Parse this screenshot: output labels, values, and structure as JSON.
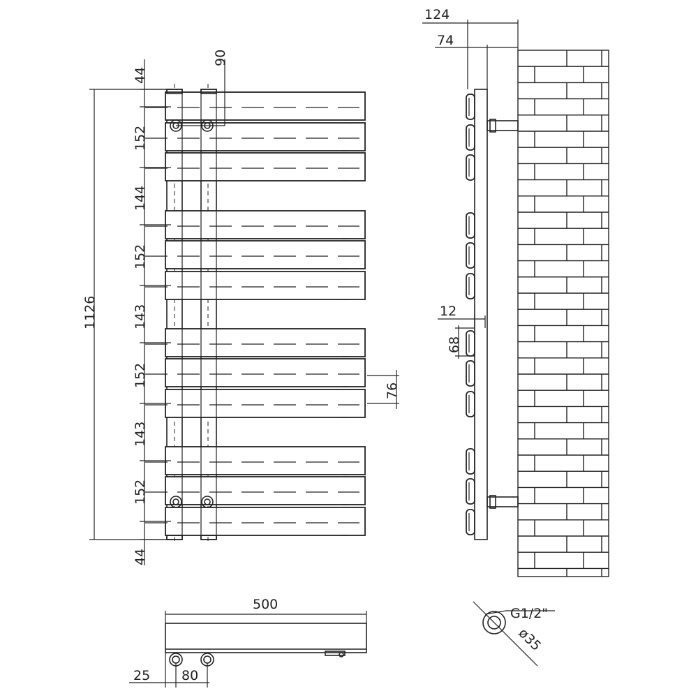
{
  "front_view": {
    "dimensions": {
      "top_offset": "44",
      "bar_spacing": "90",
      "pitch_1": "152",
      "gap_1": "144",
      "pitch_2": "152",
      "gap_2": "143",
      "pitch_3": "152",
      "gap_3": "143",
      "pitch_4": "152",
      "bottom_offset": "44",
      "overall_height": "1126",
      "panel_height": "76"
    }
  },
  "side_view": {
    "dimensions": {
      "overall_depth": "124",
      "wall_offset": "74",
      "panel_thickness": "12",
      "panel_section": "68"
    }
  },
  "plan_view": {
    "dimensions": {
      "width": "500",
      "edge_offset": "25",
      "pipe_centres": "80"
    }
  },
  "valve_detail": {
    "thread_label": "G1/2\"",
    "diameter_label": "ø35"
  }
}
